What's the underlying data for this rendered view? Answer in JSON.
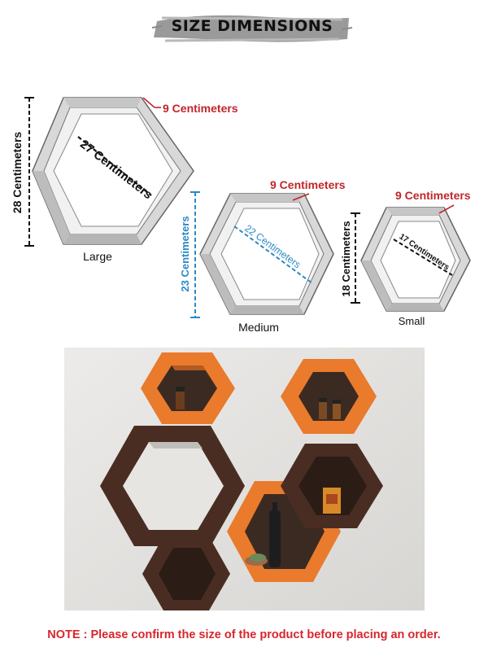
{
  "header": {
    "title": "SIZE DIMENSIONS"
  },
  "shelves": {
    "large": {
      "name": "Large",
      "height": "28 Centimeters",
      "width": "27 Centimeters",
      "depth": "9 Centimeters"
    },
    "medium": {
      "name": "Medium",
      "height": "23 Centimeters",
      "width": "22 Centimeters",
      "depth": "9 Centimeters"
    },
    "small": {
      "name": "Small",
      "height": "18 Centimeters",
      "width": "17 Centimeters",
      "depth": "9 Centimeters"
    }
  },
  "footer": {
    "note": "NOTE : Please confirm the size of the product before placing an order."
  },
  "colors": {
    "depth_label": "#c0262c",
    "medium_dims": "#2b89c6",
    "note_text": "#d8262c",
    "shelf_orange": "#e9772e",
    "shelf_brown": "#4a2d22",
    "wall": "#e7e7e5"
  }
}
